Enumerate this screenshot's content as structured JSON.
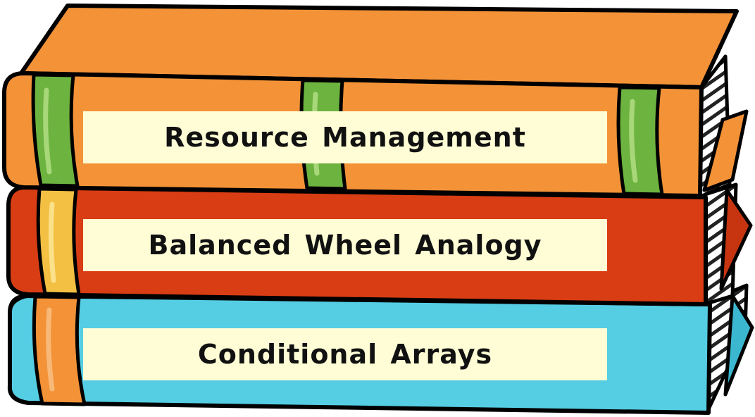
{
  "books": [
    {
      "title": "Resource Management",
      "cover_color": "#f39237",
      "band_color": "#6db33f",
      "band_highlight": "#a8d77a"
    },
    {
      "title": "Balanced Wheel Analogy",
      "cover_color": "#d93d14",
      "band_color": "#f4c043",
      "band_highlight": "#fbe18a"
    },
    {
      "title": "Conditional Arrays",
      "cover_color": "#55cde3",
      "band_color": "#f39237",
      "band_highlight": "#f8b978"
    }
  ],
  "label_background": "#fffdd5",
  "outline_color": "#000000"
}
